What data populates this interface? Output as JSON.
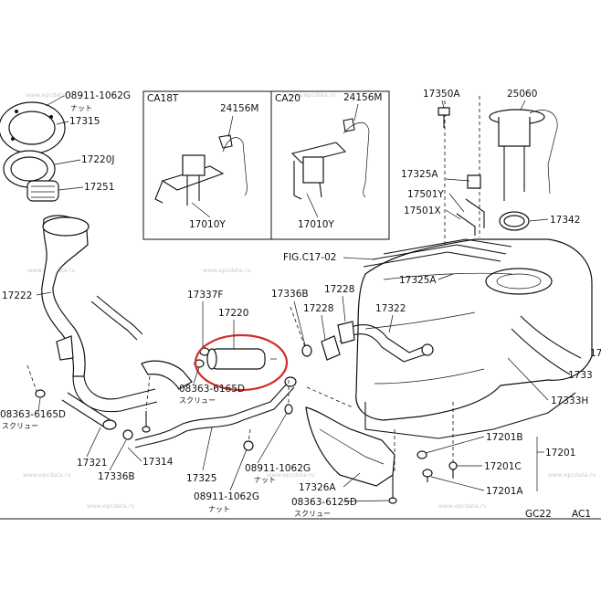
{
  "insets": {
    "left_title": "CA18T",
    "right_title": "CA20"
  },
  "labels": {
    "nut_top": "08911-1062G",
    "nut_top_jp": "ナット",
    "p17315": "17315",
    "p17220J": "17220J",
    "p17251": "17251",
    "p17222": "17222",
    "screw_left": "08363-6165D",
    "screw_left_jp": "スクリュー",
    "p17321": "17321",
    "p17336B_bottom": "17336B",
    "p17314": "17314",
    "p17325": "17325",
    "nut_bottom": "08911-1062G",
    "nut_bottom_jp": "ナット",
    "nut_mid": "08911-1062G",
    "nut_mid_jp": "ナット",
    "p17337F": "17337F",
    "p17220": "17220",
    "screw_center": "08363-6165D",
    "screw_center_jp": "スクリュー",
    "inset_left_24156M": "24156M",
    "inset_left_17010Y": "17010Y",
    "inset_right_24156M": "24156M",
    "inset_right_17010Y": "17010Y",
    "p17350A": "17350A",
    "p25060": "25060",
    "p17325A_top": "17325A",
    "p17501Y": "17501Y",
    "p17501X": "17501X",
    "p17342": "17342",
    "fig_ref": "FIG.C17-02",
    "p17325A_mid": "17325A",
    "p17336B_mid": "17336B",
    "p17228_a": "17228",
    "p17228_b": "17228",
    "p17322": "17322",
    "p17333H": "17333H",
    "p1733_cut": "1733",
    "p17_cut": "17",
    "p17201B": "17201B",
    "p17201C": "17201C",
    "p17201A": "17201A",
    "p17201": "17201",
    "p17326A": "17326A",
    "screw_bottom": "08363-6125D",
    "screw_bottom_jp": "スクリュー",
    "code_gc22": "GC22",
    "code_ac": "AC1"
  },
  "watermark": "www.epcdata.ru",
  "colors": {
    "line": "#111111",
    "highlight": "#d42a2a",
    "watermark": "#c9c9c9"
  }
}
